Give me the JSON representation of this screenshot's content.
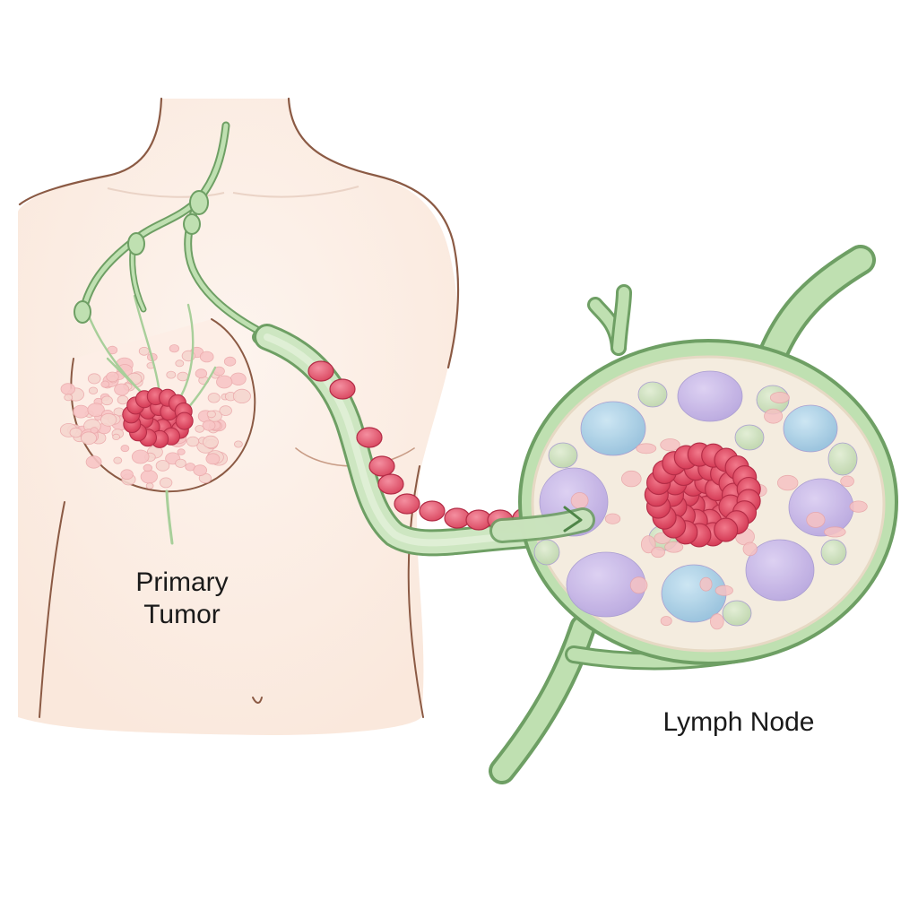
{
  "labels": {
    "primary_tumor_line1": "Primary",
    "primary_tumor_line2": "Tumor",
    "lymph_node": "Lymph Node"
  },
  "colors": {
    "background": "#ffffff",
    "skin": "#fcefe6",
    "skin_outline": "#8b5a44",
    "lymph_vessel": "#a8cf9a",
    "lymph_vessel_dark": "#6e9f64",
    "tumor": "#e04a64",
    "tumor_light": "#f6b9be",
    "node_interior": "#f4ecdf",
    "follicle_purple": "#c7b8e8",
    "follicle_blue": "#a9cfe6",
    "follicle_green": "#cde0c0"
  }
}
